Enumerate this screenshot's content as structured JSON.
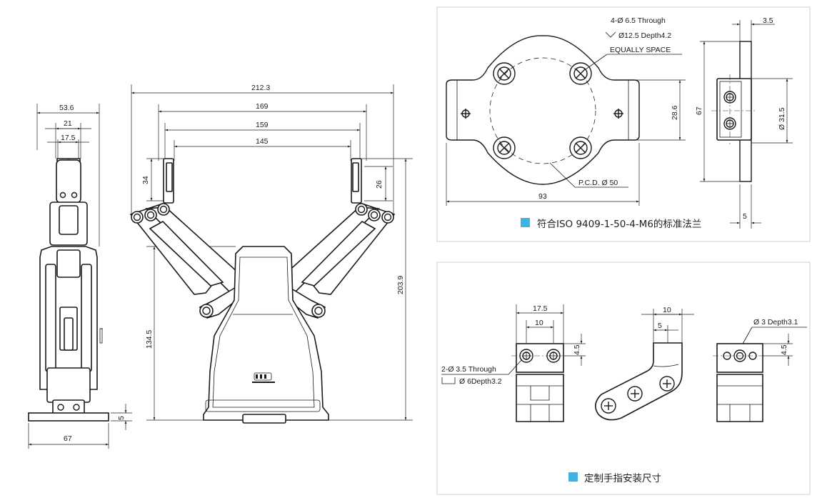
{
  "front_view": {
    "width_overall": "212.3",
    "width_169": "169",
    "width_159": "159",
    "width_145": "145",
    "height_overall": "203.9",
    "height_lower": "134.5",
    "finger_left": "34",
    "finger_right": "26"
  },
  "side_view": {
    "top_width": "53.6",
    "dim_21": "21",
    "dim_17_5": "17.5",
    "base_width": "67",
    "base_thickness": "5"
  },
  "flange_panel": {
    "note_holes": "4-Ø  6.5 Through",
    "note_counterbore": "Ø12.5  Depth4.2",
    "note_spacing": "EQUALLY SPACE",
    "pcd": "P.C.D. Ø  50",
    "width_93": "93",
    "height_28_6": "28.6",
    "height_67": "67",
    "dia_31_5": "Ø 31.5",
    "thickness_3_5": "3.5",
    "dim_5": "5",
    "caption": "符合ISO 9409-1-50-4-M6的标准法兰",
    "accent_color": "#3bb4e5"
  },
  "finger_panel": {
    "width_17_5": "17.5",
    "width_10_a": "10",
    "height_4_5_a": "4.5",
    "note_through": "2-Ø 3.5 Through",
    "note_depth": "Ø 6Depth3.2",
    "width_10_b": "10",
    "width_5": "5",
    "note_depth2": "Ø 3 Depth3.1",
    "height_4_5_b": "4.5",
    "caption": "定制手指安装尺寸",
    "accent_color": "#3bb4e5"
  }
}
